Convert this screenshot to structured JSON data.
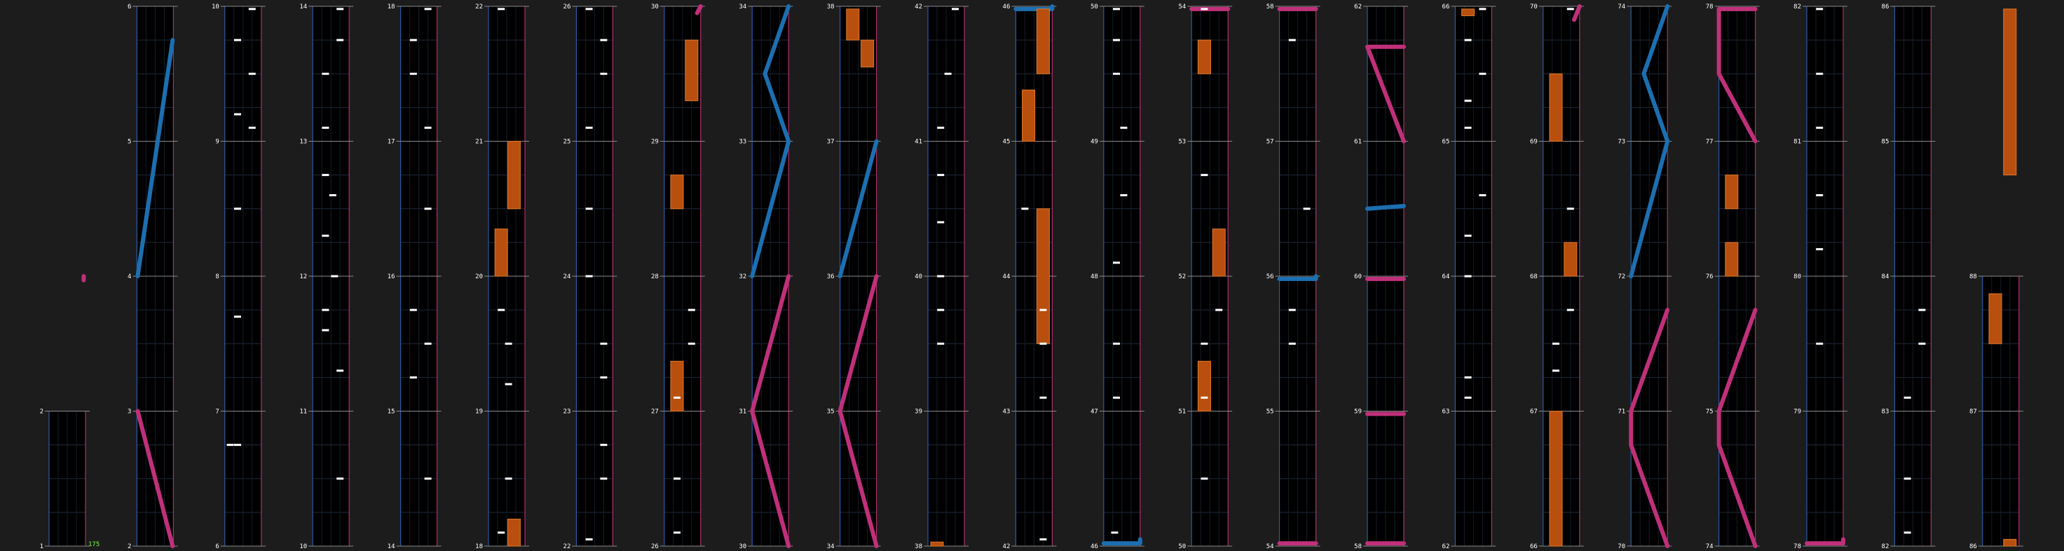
{
  "combo_value": "175",
  "colors": {
    "background": "#1c1c1c",
    "lane": "#000000",
    "grid_line": "#1f2a3a",
    "measure_line": "#8a8a8a",
    "left_border": "#2a5aa8",
    "right_border": "#b0306a",
    "tap_note": "#ffffff",
    "hold_note": "#b84f0f",
    "blue_slide": "#1c6fb0",
    "pink_slide": "#c0307a",
    "combo_text": "#7cff3c"
  },
  "columns": [
    {
      "bottom_measure": "1",
      "top_measure": "2",
      "measure_labels": [
        "1",
        "2"
      ]
    },
    {
      "bottom_measure": "2",
      "top_measure": "6",
      "measure_labels": [
        "2",
        "3",
        "4",
        "5",
        "6"
      ]
    },
    {
      "bottom_measure": "6",
      "top_measure": "10",
      "measure_labels": [
        "6",
        "7",
        "8",
        "9",
        "10"
      ]
    },
    {
      "bottom_measure": "10",
      "top_measure": "14",
      "measure_labels": [
        "10",
        "11",
        "12",
        "13",
        "14"
      ]
    },
    {
      "bottom_measure": "14",
      "top_measure": "18",
      "measure_labels": [
        "14",
        "15",
        "16",
        "17",
        "18"
      ]
    },
    {
      "bottom_measure": "18",
      "top_measure": "22",
      "measure_labels": [
        "18",
        "19",
        "20",
        "21",
        "22"
      ]
    },
    {
      "bottom_measure": "22",
      "top_measure": "26",
      "measure_labels": [
        "22",
        "23",
        "24",
        "25",
        "26"
      ]
    },
    {
      "bottom_measure": "26",
      "top_measure": "30",
      "measure_labels": [
        "26",
        "27",
        "28",
        "29",
        "30"
      ]
    },
    {
      "bottom_measure": "30",
      "top_measure": "34",
      "measure_labels": [
        "30",
        "31",
        "32",
        "33",
        "34"
      ]
    },
    {
      "bottom_measure": "34",
      "top_measure": "38",
      "measure_labels": [
        "34",
        "35",
        "36",
        "37",
        "38"
      ]
    },
    {
      "bottom_measure": "38",
      "top_measure": "42",
      "measure_labels": [
        "38",
        "39",
        "40",
        "41",
        "42"
      ]
    },
    {
      "bottom_measure": "42",
      "top_measure": "46",
      "measure_labels": [
        "42",
        "43",
        "44",
        "45",
        "46"
      ]
    },
    {
      "bottom_measure": "46",
      "top_measure": "50",
      "measure_labels": [
        "46",
        "47",
        "48",
        "49",
        "50"
      ]
    },
    {
      "bottom_measure": "50",
      "top_measure": "54",
      "measure_labels": [
        "50",
        "51",
        "52",
        "53",
        "54"
      ]
    },
    {
      "bottom_measure": "54",
      "top_measure": "58",
      "measure_labels": [
        "54",
        "55",
        "56",
        "57",
        "58"
      ]
    },
    {
      "bottom_measure": "58",
      "top_measure": "62",
      "measure_labels": [
        "58",
        "59",
        "60",
        "61",
        "62"
      ]
    },
    {
      "bottom_measure": "62",
      "top_measure": "66",
      "measure_labels": [
        "62",
        "63",
        "64",
        "65",
        "66"
      ]
    },
    {
      "bottom_measure": "66",
      "top_measure": "70",
      "measure_labels": [
        "66",
        "67",
        "68",
        "69",
        "70"
      ]
    },
    {
      "bottom_measure": "70",
      "top_measure": "74",
      "measure_labels": [
        "70",
        "71",
        "72",
        "73",
        "74"
      ]
    },
    {
      "bottom_measure": "74",
      "top_measure": "78",
      "measure_labels": [
        "74",
        "75",
        "76",
        "77",
        "78"
      ]
    },
    {
      "bottom_measure": "78",
      "top_measure": "82",
      "measure_labels": [
        "78",
        "79",
        "80",
        "81",
        "82"
      ]
    },
    {
      "bottom_measure": "82",
      "top_measure": "86",
      "measure_labels": [
        "82",
        "83",
        "84",
        "85",
        "86"
      ]
    },
    {
      "bottom_measure": "86",
      "top_measure": "88",
      "measure_labels": [
        "86",
        "87",
        "88"
      ]
    }
  ],
  "notes": {
    "taps": [
      [],
      [],
      [
        [
          0.75,
          0.15
        ],
        [
          0.75,
          0.35
        ],
        [
          1.7,
          0.35
        ],
        [
          2.5,
          0.35
        ],
        [
          3.1,
          0.75
        ],
        [
          3.2,
          0.35
        ],
        [
          3.5,
          0.75
        ],
        [
          3.75,
          0.35
        ],
        [
          3.98,
          0.75
        ]
      ],
      [
        [
          0.5,
          0.75
        ],
        [
          1.3,
          0.75
        ],
        [
          1.6,
          0.35
        ],
        [
          1.75,
          0.35
        ],
        [
          2.0,
          0.6
        ],
        [
          2.3,
          0.35
        ],
        [
          2.6,
          0.55
        ],
        [
          2.75,
          0.35
        ],
        [
          3.1,
          0.35
        ],
        [
          3.5,
          0.35
        ],
        [
          3.75,
          0.75
        ],
        [
          3.98,
          0.75
        ]
      ],
      [
        [
          0.5,
          0.75
        ],
        [
          1.25,
          0.35
        ],
        [
          1.5,
          0.75
        ],
        [
          1.75,
          0.35
        ],
        [
          2.5,
          0.75
        ],
        [
          3.1,
          0.75
        ],
        [
          3.5,
          0.35
        ],
        [
          3.75,
          0.35
        ],
        [
          3.98,
          0.75
        ]
      ],
      [
        [
          0.1,
          0.35
        ],
        [
          0.5,
          0.55
        ],
        [
          1.2,
          0.55
        ],
        [
          1.5,
          0.55
        ],
        [
          1.75,
          0.35
        ],
        [
          3.98,
          0.35
        ]
      ],
      [
        [
          0.05,
          0.35
        ],
        [
          0.5,
          0.75
        ],
        [
          0.75,
          0.75
        ],
        [
          1.25,
          0.75
        ],
        [
          1.5,
          0.75
        ],
        [
          2.0,
          0.35
        ],
        [
          2.5,
          0.35
        ],
        [
          3.1,
          0.35
        ],
        [
          3.5,
          0.75
        ],
        [
          3.75,
          0.75
        ],
        [
          3.98,
          0.35
        ]
      ],
      [
        [
          0.1,
          0.35
        ],
        [
          0.5,
          0.35
        ],
        [
          1.1,
          0.35
        ],
        [
          1.5,
          0.75
        ],
        [
          1.75,
          0.75
        ]
      ],
      [],
      [],
      [
        [
          1.5,
          0.35
        ],
        [
          1.75,
          0.35
        ],
        [
          2.0,
          0.35
        ],
        [
          2.4,
          0.35
        ],
        [
          2.75,
          0.35
        ],
        [
          3.1,
          0.35
        ],
        [
          3.5,
          0.55
        ],
        [
          3.98,
          0.75
        ]
      ],
      [
        [
          0.05,
          0.75
        ],
        [
          1.1,
          0.75
        ],
        [
          1.5,
          0.75
        ],
        [
          1.75,
          0.75
        ],
        [
          2.5,
          0.25
        ]
      ],
      [
        [
          0.1,
          0.3
        ],
        [
          1.1,
          0.35
        ],
        [
          1.5,
          0.35
        ],
        [
          2.1,
          0.35
        ],
        [
          2.6,
          0.55
        ],
        [
          3.1,
          0.55
        ],
        [
          3.5,
          0.35
        ],
        [
          3.75,
          0.35
        ],
        [
          3.98,
          0.35
        ]
      ],
      [
        [
          0.5,
          0.35
        ],
        [
          1.1,
          0.35
        ],
        [
          1.5,
          0.35
        ],
        [
          1.75,
          0.75
        ],
        [
          2.75,
          0.35
        ],
        [
          3.98,
          0.35
        ]
      ],
      [
        [
          1.5,
          0.35
        ],
        [
          1.75,
          0.35
        ],
        [
          2.5,
          0.75
        ],
        [
          3.75,
          0.35
        ]
      ],
      [],
      [
        [
          1.1,
          0.35
        ],
        [
          1.25,
          0.35
        ],
        [
          2.0,
          0.35
        ],
        [
          2.3,
          0.35
        ],
        [
          2.6,
          0.75
        ],
        [
          3.1,
          0.35
        ],
        [
          3.3,
          0.35
        ],
        [
          3.5,
          0.75
        ],
        [
          3.75,
          0.35
        ],
        [
          3.98,
          0.75
        ]
      ],
      [
        [
          1.3,
          0.35
        ],
        [
          1.5,
          0.35
        ],
        [
          1.75,
          0.75
        ],
        [
          2.5,
          0.75
        ],
        [
          3.98,
          0.75
        ]
      ],
      [],
      [],
      [
        [
          1.5,
          0.35
        ],
        [
          2.2,
          0.35
        ],
        [
          2.6,
          0.35
        ],
        [
          3.1,
          0.35
        ],
        [
          3.5,
          0.35
        ],
        [
          3.98,
          0.35
        ]
      ],
      [
        [
          0.1,
          0.35
        ],
        [
          0.5,
          0.35
        ],
        [
          1.1,
          0.35
        ],
        [
          1.5,
          0.75
        ],
        [
          1.75,
          0.75
        ]
      ],
      []
    ],
    "holds": [
      [],
      [],
      [],
      [],
      [],
      [
        [
          0.0,
          0.2,
          0.7
        ],
        [
          2.0,
          2.35,
          0.35
        ],
        [
          2.5,
          3.0,
          0.7
        ]
      ],
      [],
      [
        [
          1.0,
          1.37,
          0.35
        ],
        [
          2.5,
          2.75,
          0.35
        ],
        [
          3.3,
          3.75,
          0.75
        ]
      ],
      [],
      [
        [
          3.55,
          3.75,
          0.75
        ],
        [
          3.75,
          3.98,
          0.35
        ]
      ],
      [
        [
          0.0,
          0.03,
          0.25
        ]
      ],
      [
        [
          1.5,
          2.5,
          0.75
        ],
        [
          3.0,
          3.38,
          0.35
        ],
        [
          3.5,
          3.98,
          0.75
        ]
      ],
      [],
      [
        [
          1.0,
          1.37,
          0.35
        ],
        [
          2.0,
          2.35,
          0.75
        ],
        [
          3.5,
          3.75,
          0.35
        ]
      ],
      [],
      [],
      [
        [
          3.93,
          3.98,
          0.35
        ]
      ],
      [
        [
          0.0,
          1.0,
          0.35
        ],
        [
          3.0,
          3.5,
          0.35
        ],
        [
          2.0,
          2.25,
          0.75
        ]
      ],
      [],
      [
        [
          2.0,
          2.25,
          0.35
        ],
        [
          2.5,
          2.75,
          0.35
        ]
      ],
      [],
      [],
      [
        [
          0.0,
          0.05,
          0.75
        ],
        [
          1.5,
          1.87,
          0.35
        ],
        [
          2.75,
          3.98,
          0.75
        ]
      ]
    ]
  }
}
